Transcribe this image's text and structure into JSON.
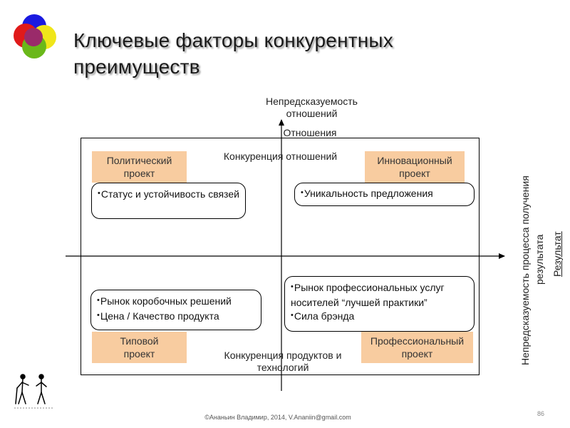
{
  "title": "Ключевые факторы конкурентных преимуществ",
  "top_axis_label": "Непредсказуемость отношений",
  "relations_label": "Отношения",
  "competition_relations": "Конкуренция отношений",
  "competition_products": "Конкуренция продуктов и технологий",
  "right_axis": {
    "line1": "Непредсказуемость  процесса получения",
    "line2": "результата",
    "result": "Результат"
  },
  "quadrants": {
    "top_left": {
      "label": "Политический проект",
      "bullets": [
        "Статус и устойчивость связей"
      ]
    },
    "top_right": {
      "label": "Инновационный проект",
      "bullets": [
        "Уникальность предложения"
      ]
    },
    "bottom_left": {
      "label": "Типовой проект",
      "bullets": [
        "Рынок коробочных решений",
        "Цена / Качество продукта"
      ]
    },
    "bottom_right": {
      "label": "Профессиональный проект",
      "bullets": [
        "Рынок профессиональных услуг носителей “лучшей практики”",
        "Сила брэнда"
      ]
    }
  },
  "footer": "©Ананьин Владимир, 2014, V.Ananiin@gmail.com",
  "page_number": "86",
  "colors": {
    "orange_box": "#f8cca0",
    "logo_blue": "#1a1ae0",
    "logo_red": "#e01a1a",
    "logo_yellow": "#f0e61a",
    "logo_green": "#6ab81a",
    "logo_center": "#9a2a6a"
  }
}
